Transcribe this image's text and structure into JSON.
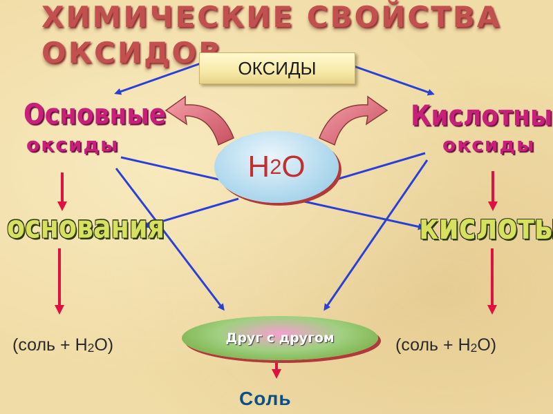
{
  "title": {
    "line1": "ХИМИЧЕСКИЕ СВОЙСТВА",
    "line2": "ОКСИДОВ"
  },
  "center_box": "ОКСИДЫ",
  "left": {
    "heading1": "Основные",
    "heading2": "оксиды",
    "product": "основания",
    "result_prefix": "(соль + H",
    "result_sub": "2",
    "result_suffix": "O)"
  },
  "right": {
    "heading1": "Кислотные",
    "heading2": "оксиды",
    "product": "кислоты",
    "result_prefix": "(соль + H",
    "result_sub": "2",
    "result_suffix": "O)"
  },
  "water": {
    "h": "H",
    "sub": "2",
    "o": "O"
  },
  "reaction": "Друг с другом",
  "final": "Соль",
  "colors": {
    "background": "#f0dca6",
    "title": "#c2504f",
    "pink_text": "#c8207a",
    "arrow_blue": "#2a3fd8",
    "arrow_red": "#e01040",
    "water_text": "#c03030",
    "final_text": "#0a4f8a"
  }
}
